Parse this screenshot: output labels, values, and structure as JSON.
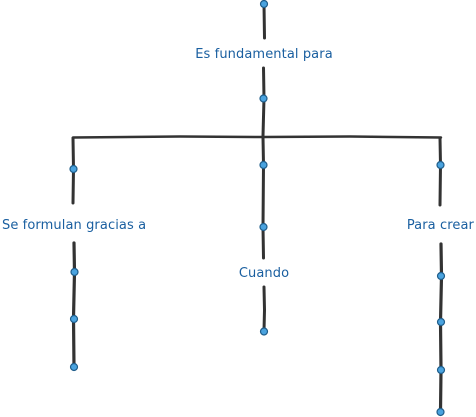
{
  "colors": {
    "line": "#333333",
    "dot_fill": "#4aa3df",
    "dot_stroke": "#1f5d8a",
    "text": "#1a5fa0",
    "background": "#ffffff"
  },
  "labels": {
    "root": "Es fundamental para",
    "left": "Se formulan gracias a",
    "middle": "Cuando",
    "right": "Para crear"
  }
}
